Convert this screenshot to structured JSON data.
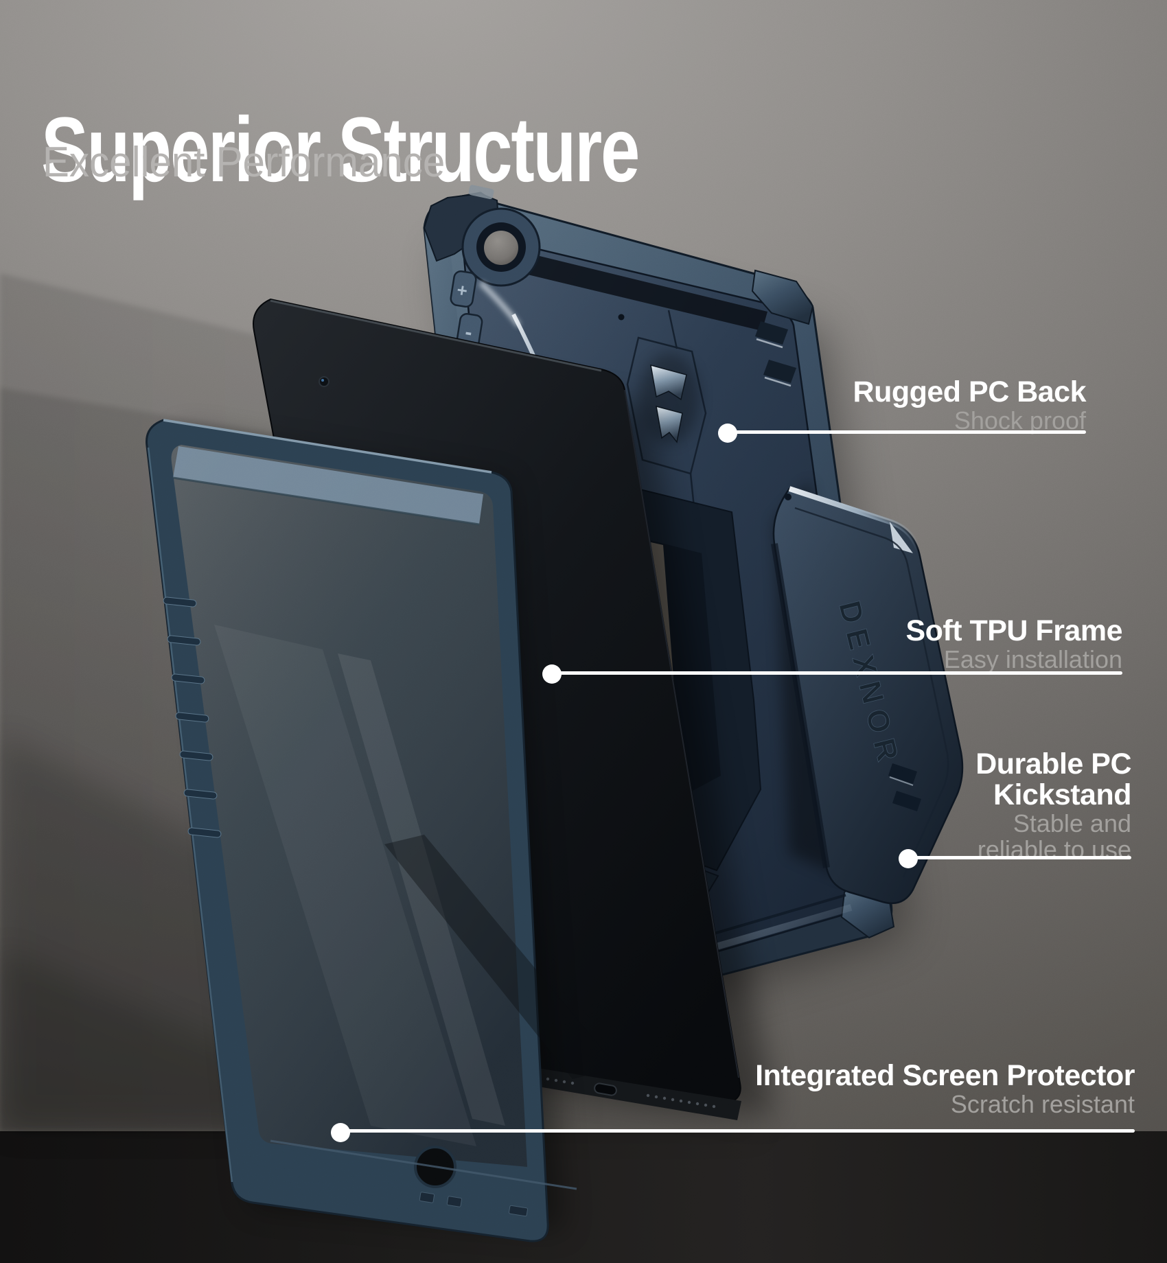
{
  "page": {
    "title": "Superior Structure",
    "subtitle": "Excellent Performance"
  },
  "product": {
    "brand": "DEXNOR",
    "volume_plus": "+",
    "volume_minus": "-"
  },
  "callouts": [
    {
      "id": "rugged-pc-back",
      "heading_lines": [
        "Rugged PC Back"
      ],
      "sub_lines": [
        "Shock proof"
      ]
    },
    {
      "id": "soft-tpu-frame",
      "heading_lines": [
        "Soft TPU Frame"
      ],
      "sub_lines": [
        "Easy installation"
      ]
    },
    {
      "id": "durable-pc-kickstand",
      "heading_lines": [
        "Durable PC",
        "Kickstand"
      ],
      "sub_lines": [
        "Stable and",
        "reliable to use"
      ]
    },
    {
      "id": "integrated-screen-protector",
      "heading_lines": [
        "Integrated Screen Protector"
      ],
      "sub_lines": [
        "Scratch resistant"
      ]
    }
  ],
  "colors": {
    "heading_text": "#ffffff",
    "sub_text": "#a3a19e",
    "leader_line": "#ffffff",
    "case_navy": "#2c3a4d",
    "case_navy_dark": "#1a2737",
    "tablet_black": "#0b0e12",
    "backdrop_gray": "#8f8c89",
    "floor_black": "#1a1918"
  }
}
